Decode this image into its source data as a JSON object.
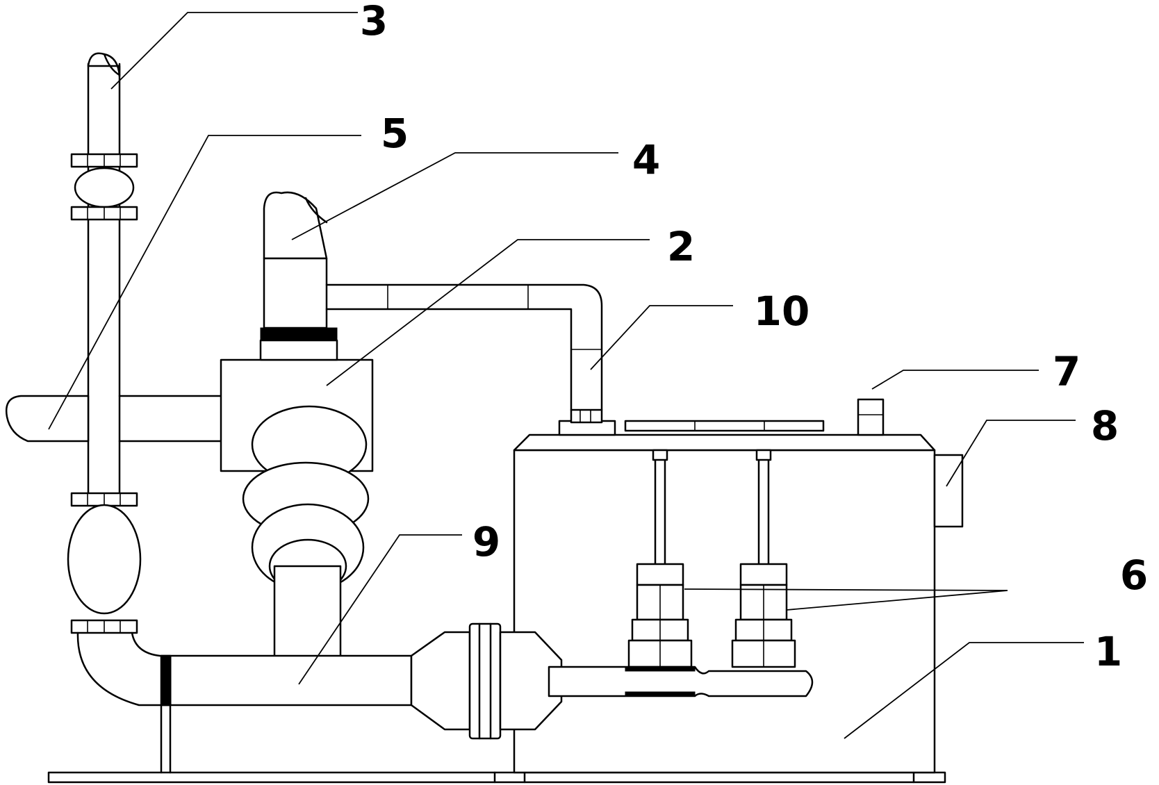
{
  "labels": {
    "1": "1",
    "2": "2",
    "3": "3",
    "4": "4",
    "5": "5",
    "6": "6",
    "7": "7",
    "8": "8",
    "9": "9",
    "10": "10"
  }
}
